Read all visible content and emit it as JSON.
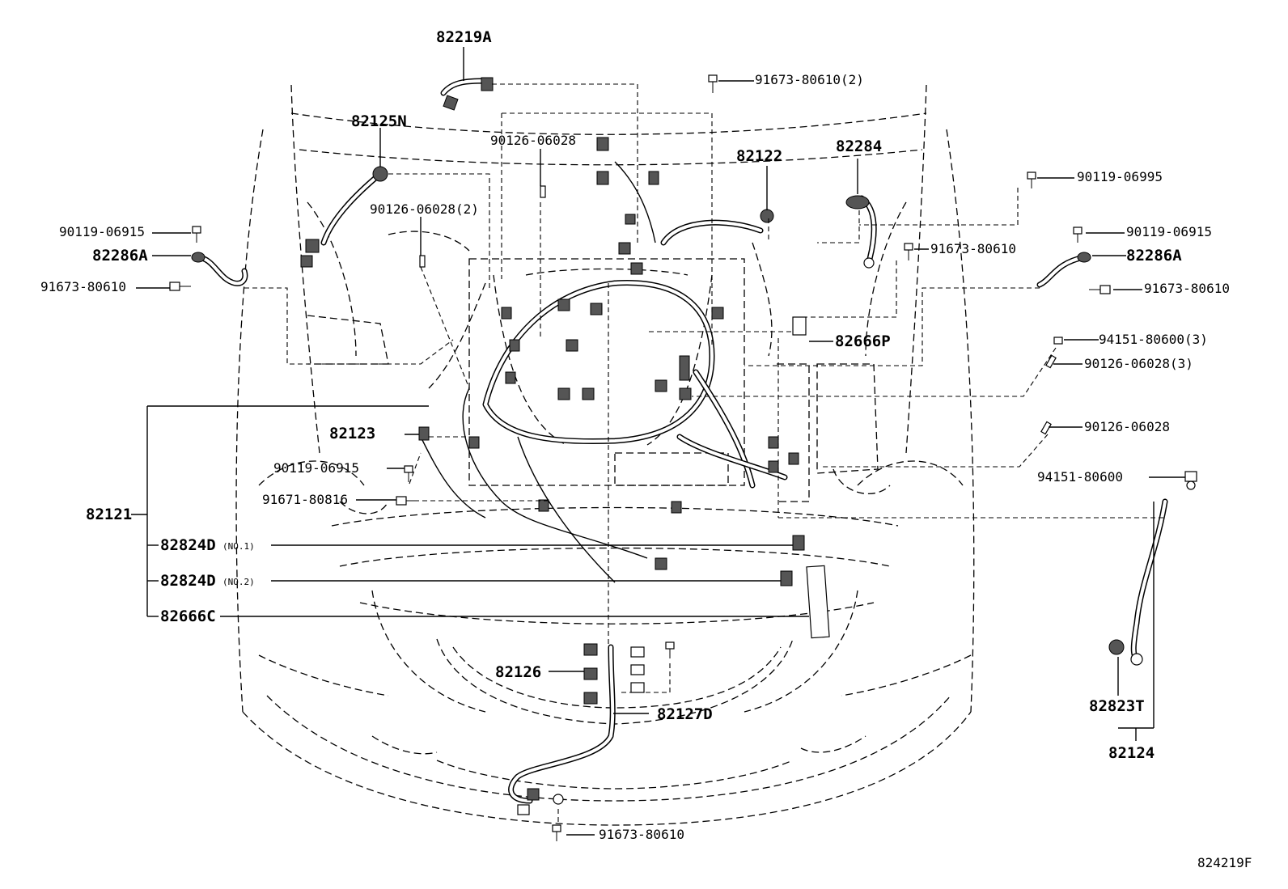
{
  "diagram_id": "824219F",
  "labels": {
    "p82219A": "82219A",
    "p82125N": "82125N",
    "p90126_06028_top": "90126-06028",
    "p90126_06028_2": "90126-06028(2)",
    "p91673_80610_2": "91673-80610(2)",
    "p82122": "82122",
    "p82284": "82284",
    "p90119_06995": "90119-06995",
    "p90119_06915_left": "90119-06915",
    "p82286A_left": "82286A",
    "p91673_80610_left": "91673-80610",
    "p90119_06915_right": "90119-06915",
    "p82286A_right": "82286A",
    "p91673_80610_right": "91673-80610",
    "p91673_80610_mid": "91673-80610",
    "p82666P": "82666P",
    "p94151_80600_3": "94151-80600(3)",
    "p90126_06028_3": "90126-06028(3)",
    "p90126_06028_right": "90126-06028",
    "p94151_80600": "94151-80600",
    "p82123": "82123",
    "p90119_06915_mid": "90119-06915",
    "p91671_80816": "91671-80816",
    "p82121": "82121",
    "p82824D_1": "82824D",
    "p82824D_1_note": "(NO.1)",
    "p82824D_2": "82824D",
    "p82824D_2_note": "(NO.2)",
    "p82666C": "82666C",
    "p82126": "82126",
    "p82127D": "82127D",
    "p91673_80610_bottom": "91673-80610",
    "p82823T": "82823T",
    "p82124": "82124"
  }
}
